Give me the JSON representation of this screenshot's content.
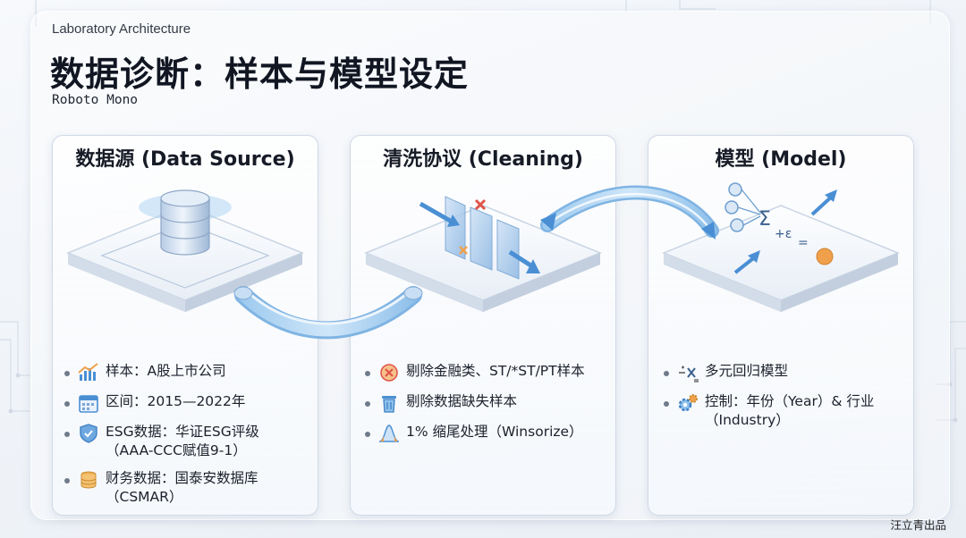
{
  "header": {
    "kicker": "Laboratory Architecture",
    "title": "数据诊断：样本与模型设定",
    "font_note": "Roboto Mono"
  },
  "panels": [
    {
      "title": "数据源 (Data Source)",
      "illustration": "database-stack-on-platform",
      "items": [
        {
          "icon": "chart-icon",
          "lines": [
            "样本：A股上市公司"
          ]
        },
        {
          "icon": "calendar-icon",
          "lines": [
            "区间：2015—2022年"
          ]
        },
        {
          "icon": "shield-icon",
          "lines": [
            "ESG数据：华证ESG评级",
            "（AAA-CCC赋值9-1）"
          ]
        },
        {
          "icon": "coins-icon",
          "lines": [
            "财务数据：国泰安数据库",
            "（CSMAR）"
          ]
        }
      ]
    },
    {
      "title": "清洗协议 (Cleaning)",
      "illustration": "filter-sheets-on-platform",
      "items": [
        {
          "icon": "exclude-icon",
          "lines": [
            "剔除金融类、ST/*ST/PT样本"
          ]
        },
        {
          "icon": "trash-icon",
          "lines": [
            "剔除数据缺失样本"
          ]
        },
        {
          "icon": "distribution-icon",
          "lines": [
            "1% 缩尾处理（Winsorize）"
          ]
        }
      ]
    },
    {
      "title": "模型 (Model)",
      "illustration": "regression-formula-on-platform",
      "items": [
        {
          "icon": "regression-icon",
          "lines": [
            "多元回归模型"
          ]
        },
        {
          "icon": "gears-icon",
          "lines": [
            "控制：年份（Year）& 行业",
            "（Industry）"
          ]
        }
      ]
    }
  ],
  "footer": {
    "watermark": "汪立青出品"
  },
  "colors": {
    "accent_blue": "#4a8fd4",
    "pipe_blue": "#8ec2ec",
    "warning_red": "#e0554a",
    "orange": "#f0a04b"
  }
}
